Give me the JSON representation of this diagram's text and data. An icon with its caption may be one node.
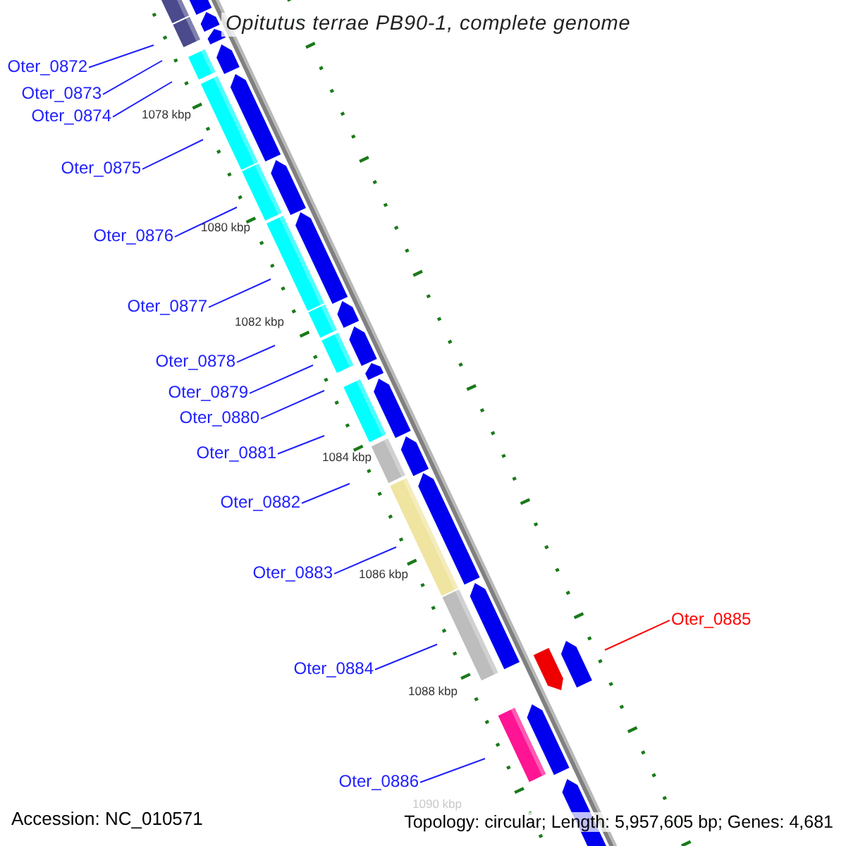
{
  "diagram": {
    "title": "Opitutus terrae PB90-1, complete genome",
    "nodes": [
      {
        "text": [
          "Oter_0872"
        ]
      },
      {
        "text": [
          "Oter_0873"
        ]
      },
      {
        "text": [
          "Oter_0874"
        ]
      },
      {
        "text": [
          "Oter_0875"
        ]
      },
      {
        "text": [
          "Oter_0876"
        ]
      },
      {
        "text": [
          "Oter_0877"
        ]
      },
      {
        "text": [
          "Oter_0878"
        ]
      },
      {
        "text": [
          "Oter_0879"
        ]
      },
      {
        "text": [
          "Oter_0880"
        ]
      },
      {
        "text": [
          "Oter_0881"
        ]
      },
      {
        "text": [
          "Oter_0882"
        ]
      },
      {
        "text": [
          "Oter_0883"
        ]
      },
      {
        "text": [
          "Oter_0885"
        ]
      },
      {
        "text": [
          "Oter_0884"
        ]
      },
      {
        "text": [
          "Oter_0886"
        ]
      }
    ],
    "edges": [
      {
        "from": 0,
        "to": null,
        "arrow": "none"
      },
      {
        "from": 1,
        "to": null,
        "arrow": "none"
      },
      {
        "from": 2,
        "to": null,
        "arrow": "none"
      },
      {
        "from": 3,
        "to": null,
        "arrow": "none"
      },
      {
        "from": 4,
        "to": null,
        "arrow": "none"
      },
      {
        "from": 5,
        "to": null,
        "arrow": "none"
      },
      {
        "from": 6,
        "to": null,
        "arrow": "none"
      },
      {
        "from": 7,
        "to": null,
        "arrow": "none"
      },
      {
        "from": 8,
        "to": null,
        "arrow": "none"
      },
      {
        "from": 9,
        "to": null,
        "arrow": "none"
      },
      {
        "from": 10,
        "to": null,
        "arrow": "none"
      },
      {
        "from": 11,
        "to": null,
        "arrow": "none"
      },
      {
        "from": 12,
        "to": null,
        "arrow": "none",
        "color": "#ff0000"
      },
      {
        "from": 13,
        "to": null,
        "arrow": "none"
      },
      {
        "from": 14,
        "to": null,
        "arrow": "none"
      }
    ],
    "labels": [
      "1078 kbp",
      "1080 kbp",
      "1082 kbp",
      "1084 kbp",
      "1086 kbp",
      "1088 kbp",
      "1090 kbp",
      "Accession: NC_010571",
      "Topology: circular; Length: 5,957,605 bp; Genes: 4,681"
    ]
  }
}
